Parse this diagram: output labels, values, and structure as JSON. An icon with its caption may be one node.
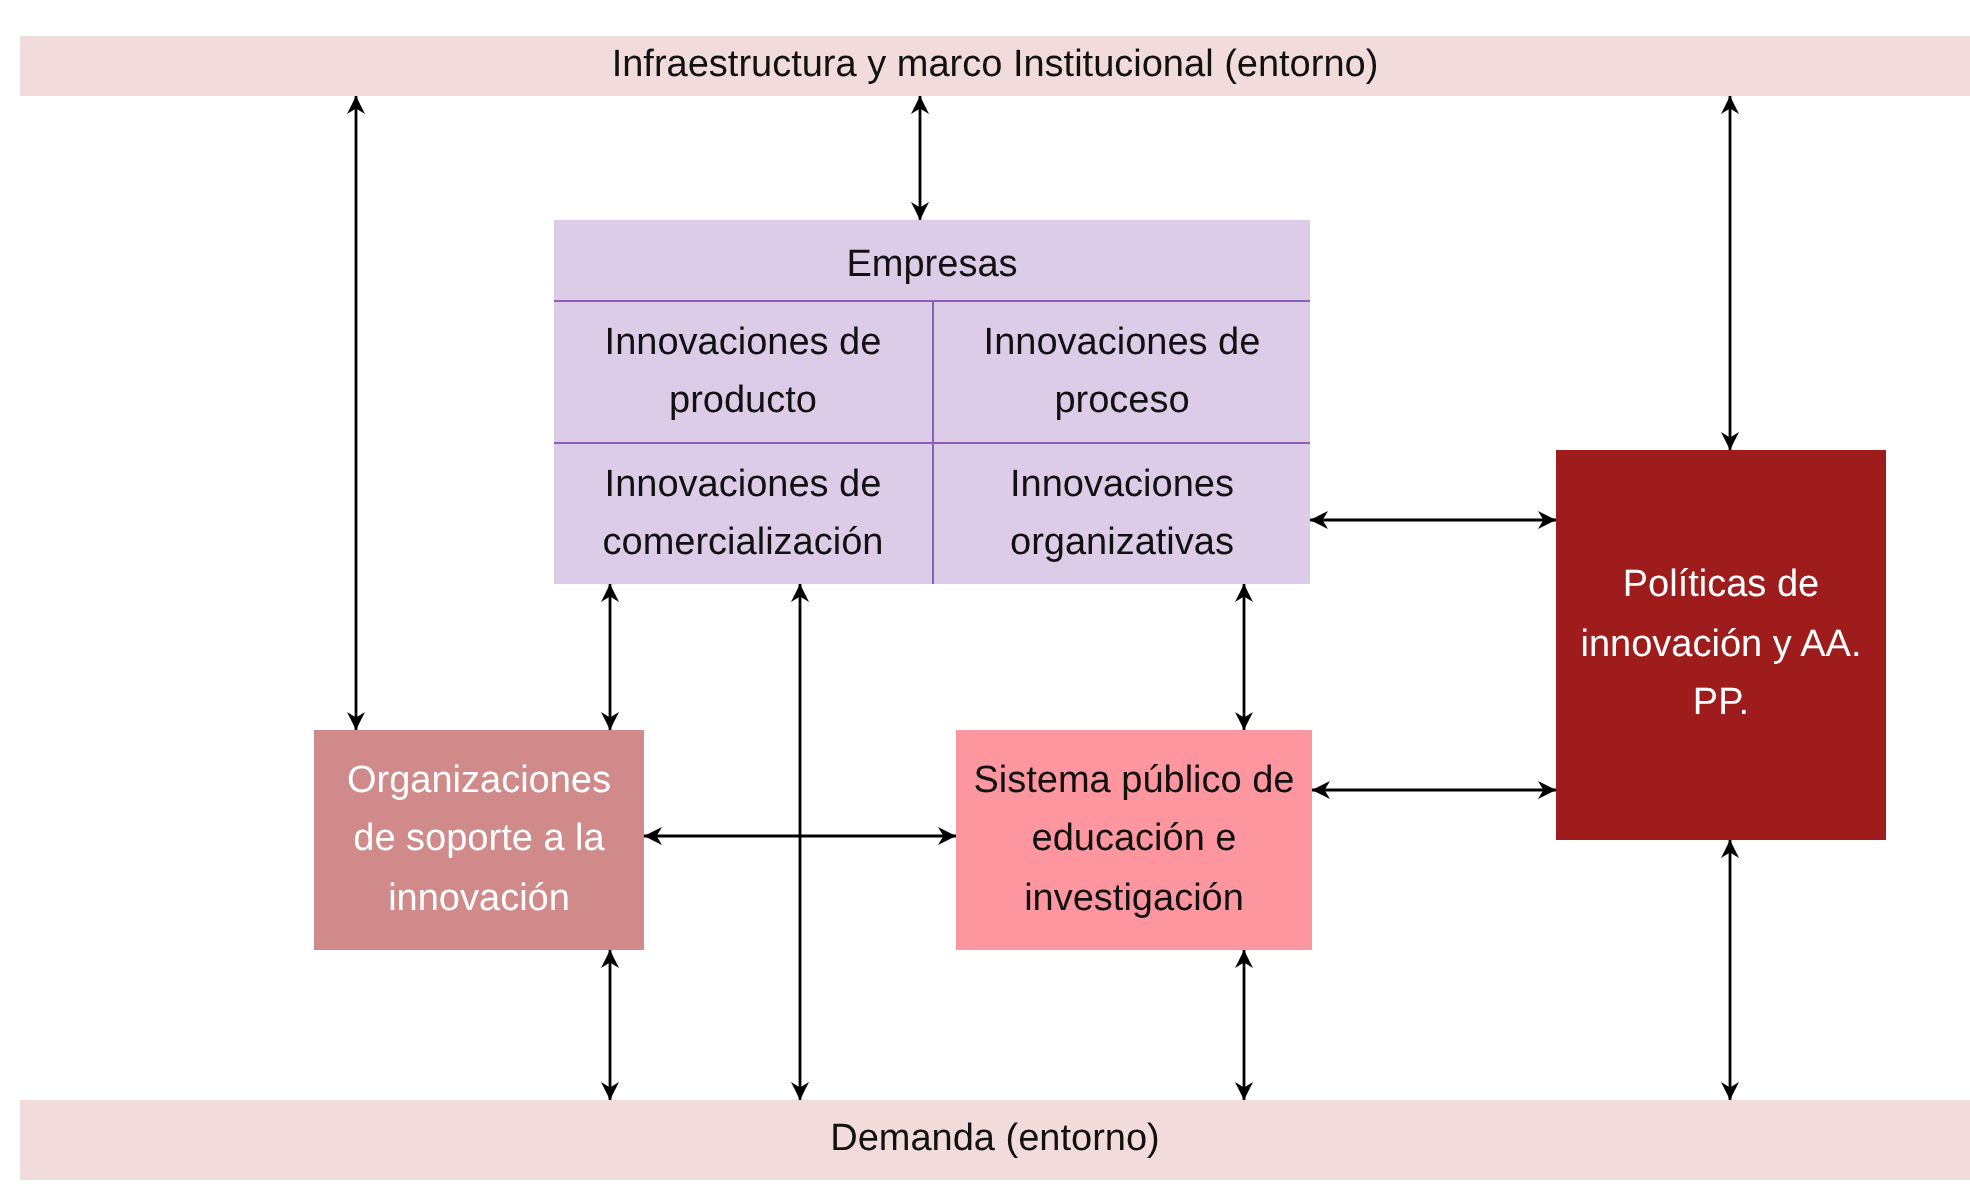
{
  "diagram": {
    "nodes": [
      {
        "text": [
          "Infraestructura y marco Institucional (entorno)"
        ]
      },
      {
        "text": [
          "Empresas"
        ]
      },
      {
        "text": [
          "Innovaciones de producto"
        ],
        "in": 1
      },
      {
        "text": [
          "Innovaciones de proceso"
        ],
        "in": 1
      },
      {
        "text": [
          "Innovaciones de comercialización"
        ],
        "in": 1
      },
      {
        "text": [
          "Innovaciones organizativas"
        ],
        "in": 1
      },
      {
        "text": [
          "Organizaciones de soporte a la innovación"
        ]
      },
      {
        "text": [
          "Sistema público de educación e investigación"
        ]
      },
      {
        "text": [
          "Políticas de innovación y AA. PP."
        ]
      },
      {
        "text": [
          "Demanda (entorno)"
        ]
      }
    ],
    "edges": [
      {
        "from": 0,
        "to": 1,
        "arrow": "both"
      },
      {
        "from": 0,
        "to": 6,
        "arrow": "both"
      },
      {
        "from": 0,
        "to": 8,
        "arrow": "both"
      },
      {
        "from": 1,
        "to": 6,
        "arrow": "both"
      },
      {
        "from": 1,
        "to": 7,
        "arrow": "both"
      },
      {
        "from": 1,
        "to": 8,
        "arrow": "both"
      },
      {
        "from": 1,
        "to": 9,
        "arrow": "both"
      },
      {
        "from": 6,
        "to": 7,
        "arrow": "both"
      },
      {
        "from": 7,
        "to": 8,
        "arrow": "both"
      },
      {
        "from": 6,
        "to": 9,
        "arrow": "both"
      },
      {
        "from": 7,
        "to": 9,
        "arrow": "both"
      },
      {
        "from": 8,
        "to": 9,
        "arrow": "both"
      }
    ]
  }
}
